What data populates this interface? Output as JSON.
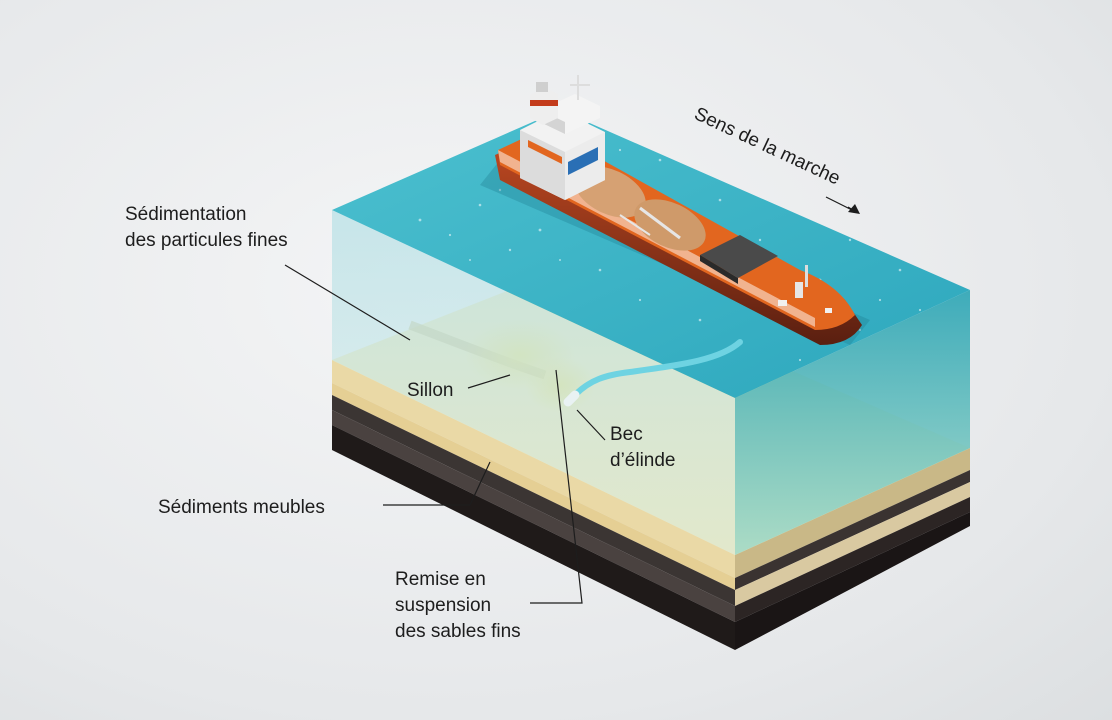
{
  "labels": {
    "direction": "Sens de la marche",
    "sedimentation_line1": "Sédimentation",
    "sedimentation_line2": "des particules fines",
    "sillon": "Sillon",
    "bec_line1": "Bec",
    "bec_line2": "d’élinde",
    "sediments": "Sédiments meubles",
    "remise_line1": "Remise en",
    "remise_line2": "suspension",
    "remise_line3": "des sables fins"
  },
  "colors": {
    "water_top": "#3fb6c8",
    "water_side": "#8fd3d6",
    "sediment_top": "#f3e6a0",
    "sediment_side": "#eadc92",
    "hull_red": "#b5401c",
    "deck_orange": "#e2661f",
    "cargo_sand": "#d6a173"
  }
}
